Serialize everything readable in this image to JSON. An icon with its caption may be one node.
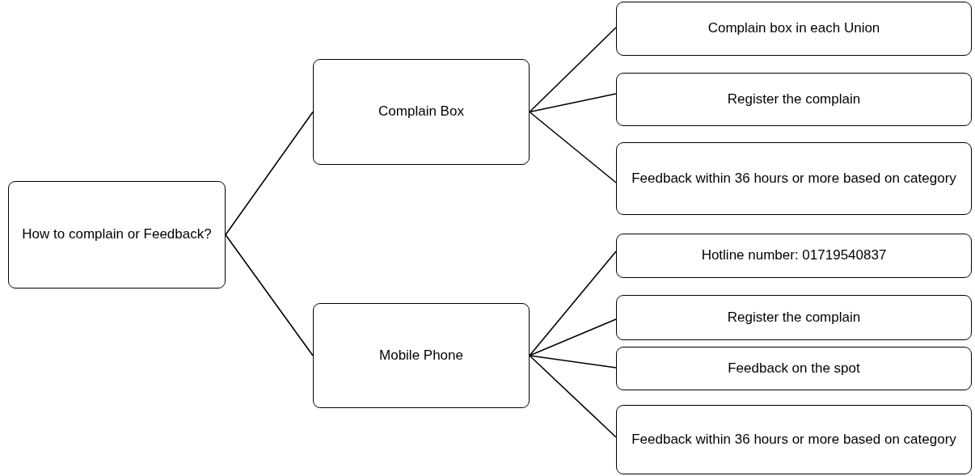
{
  "diagram": {
    "nodes": [
      {
        "text": [
          "How to complain or Feedback?"
        ]
      },
      {
        "text": [
          "Complain Box"
        ]
      },
      {
        "text": [
          "Mobile Phone"
        ]
      },
      {
        "text": [
          "Complain box in each Union"
        ]
      },
      {
        "text": [
          "Register the complain"
        ]
      },
      {
        "text": [
          "Feedback within 36 hours or more based on category"
        ]
      },
      {
        "text": [
          "Hotline number: 01719540837"
        ]
      },
      {
        "text": [
          "Register the complain"
        ]
      },
      {
        "text": [
          "Feedback on the spot"
        ]
      },
      {
        "text": [
          "Feedback within 36 hours or more based on category"
        ]
      }
    ],
    "edges": [
      {
        "from": 0,
        "to": 1,
        "arrow": "none"
      },
      {
        "from": 0,
        "to": 2,
        "arrow": "none"
      },
      {
        "from": 1,
        "to": 3,
        "arrow": "none"
      },
      {
        "from": 1,
        "to": 4,
        "arrow": "none"
      },
      {
        "from": 1,
        "to": 5,
        "arrow": "none"
      },
      {
        "from": 2,
        "to": 6,
        "arrow": "none"
      },
      {
        "from": 2,
        "to": 7,
        "arrow": "none"
      },
      {
        "from": 2,
        "to": 8,
        "arrow": "none"
      },
      {
        "from": 2,
        "to": 9,
        "arrow": "none"
      }
    ]
  }
}
